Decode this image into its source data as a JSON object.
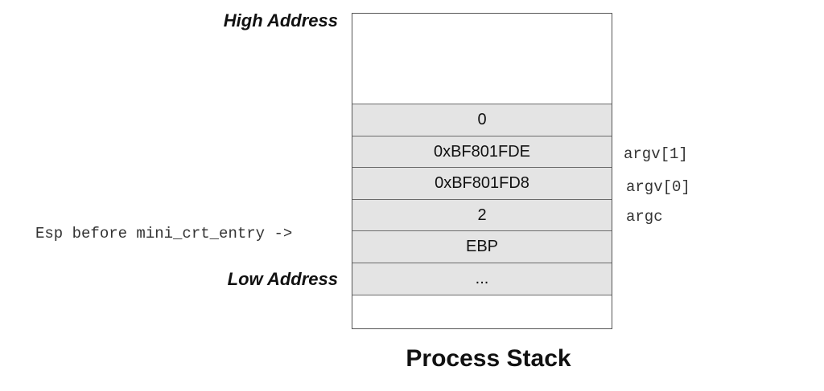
{
  "labels": {
    "high_address": "High Address",
    "low_address": "Low Address",
    "esp_note": "Esp before mini_crt_entry ->",
    "title": "Process Stack"
  },
  "stack_cells": [
    "0",
    "0xBF801FDE",
    "0xBF801FD8",
    "2",
    "EBP",
    "..."
  ],
  "side_labels": {
    "argv1": "argv[1]",
    "argv0": "argv[0]",
    "argc": "argc"
  }
}
